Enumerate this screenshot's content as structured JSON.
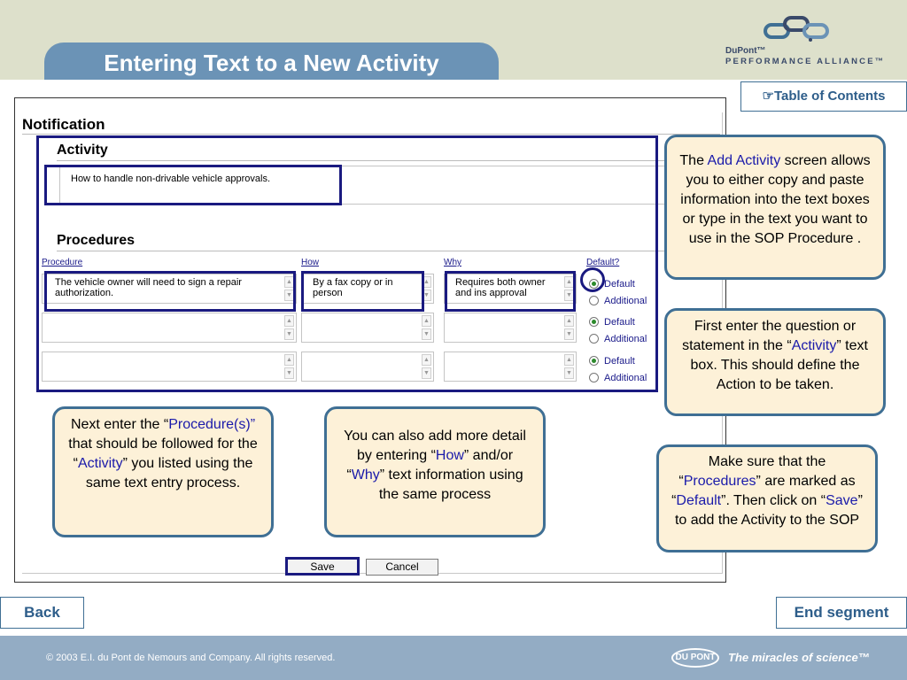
{
  "header": {
    "title": "Entering Text to a New Activity",
    "brand_line1": "DuPont™",
    "brand_line2": "PERFORMANCE ALLIANCE™"
  },
  "toc_label": "☞Table of Contents",
  "form": {
    "notification_title": "Notification",
    "activity_title": "Activity",
    "activity_text": "How to handle non-drivable vehicle approvals.",
    "procedures_title": "Procedures",
    "columns": [
      "Procedure",
      "How",
      "Why",
      "Default?"
    ],
    "rows": [
      {
        "procedure": "The vehicle owner will need to sign a repair authorization.",
        "how": "By a fax copy or in person",
        "why": "Requires both owner and ins approval",
        "default_selected": "Default"
      },
      {
        "procedure": "",
        "how": "",
        "why": "",
        "default_selected": "Default"
      },
      {
        "procedure": "",
        "how": "",
        "why": "",
        "default_selected": "Default"
      }
    ],
    "radio_options": [
      "Default",
      "Additional"
    ],
    "save_label": "Save",
    "cancel_label": "Cancel"
  },
  "callouts": {
    "add_activity": {
      "pre": "The ",
      "link": "Add Activity",
      "post": " screen allows you to either copy and paste information into the text boxes or type in the text you want to use in the SOP Procedure ."
    },
    "first_enter": {
      "pre": "First enter the question or statement in the “",
      "link": "Activity",
      "post": "” text box. This should define the Action to be taken."
    },
    "next_enter": {
      "pre": "Next enter the “",
      "link1": "Procedure(s)”",
      "mid": " that should be followed for the “",
      "link2": "Activity",
      "post": "” you listed using the same text entry process."
    },
    "add_more": {
      "pre": "You can also add more detail by entering “",
      "link1": "How",
      "mid": "” and/or “",
      "link2": "Why",
      "post": "” text information using the same process"
    },
    "make_sure": {
      "pre": "Make sure that the “",
      "link1": "Procedures",
      "mid1": "” are marked as “",
      "link2": "Default",
      "mid2": "”. Then click on “",
      "link3": "Save",
      "post": "” to add the Activity to the SOP"
    }
  },
  "nav": {
    "back_label": "Back",
    "end_label": "End segment"
  },
  "footer": {
    "copyright": "© 2003 E.I. du Pont de Nemours and Company. All rights reserved.",
    "logo_text": "DU PONT",
    "tagline": "The miracles of science™"
  },
  "colors": {
    "accent": "#6b93b6",
    "callout_bg": "#fdf1d8",
    "highlight": "#1a1a80",
    "link_blue": "#1a1aaa"
  }
}
